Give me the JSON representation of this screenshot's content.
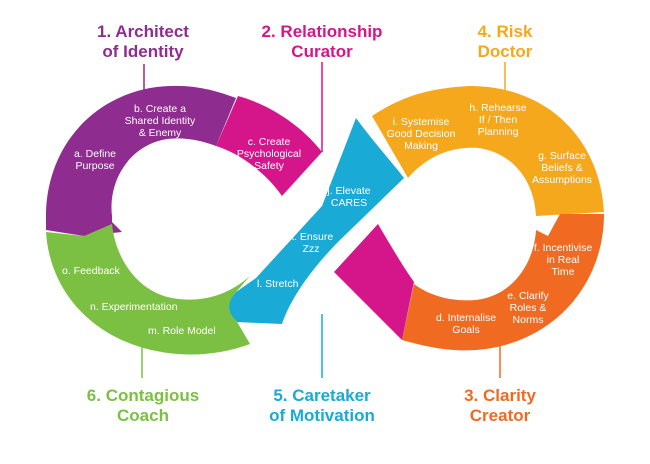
{
  "colors": {
    "purple": "#8e2c90",
    "magenta": "#d5168b",
    "blue": "#1aaad6",
    "amber": "#f6a81c",
    "orange": "#f06a22",
    "green": "#7cc043"
  },
  "titles": {
    "t1": {
      "line1": "1. Architect",
      "line2": "of Identity"
    },
    "t2": {
      "line1": "2. Relationship",
      "line2": "Curator"
    },
    "t3": {
      "line1": "3. Clarity",
      "line2": "Creator"
    },
    "t4": {
      "line1": "4. Risk",
      "line2": "Doctor"
    },
    "t5": {
      "line1": "5. Caretaker",
      "line2": "of Motivation"
    },
    "t6": {
      "line1": "6. Contagious",
      "line2": "Coach"
    }
  },
  "items": {
    "a": [
      "a. Define",
      "Purpose"
    ],
    "b": [
      "b. Create a",
      "Shared Identity",
      "& Enemy"
    ],
    "c": [
      "c. Create",
      "Psychological",
      "Safety"
    ],
    "d": [
      "d. Internalise",
      "Goals"
    ],
    "e": [
      "e. Clarify",
      "Roles &",
      "Norms"
    ],
    "f": [
      "f. Incentivise",
      "in Real",
      "Time"
    ],
    "g": [
      "g. Surface",
      "Beliefs &",
      "Assumptions"
    ],
    "h": [
      "h. Rehearse",
      "If / Then",
      "Planning"
    ],
    "i": [
      "i. Systemise",
      "Good Decision",
      "Making"
    ],
    "j": [
      "j. Elevate",
      "CARES"
    ],
    "k": [
      "k. Ensure",
      "Zzz"
    ],
    "l": [
      "l. Stretch"
    ],
    "m": [
      "m. Role Model"
    ],
    "n": [
      "n. Experimentation"
    ],
    "o": [
      "o. Feedback"
    ]
  }
}
